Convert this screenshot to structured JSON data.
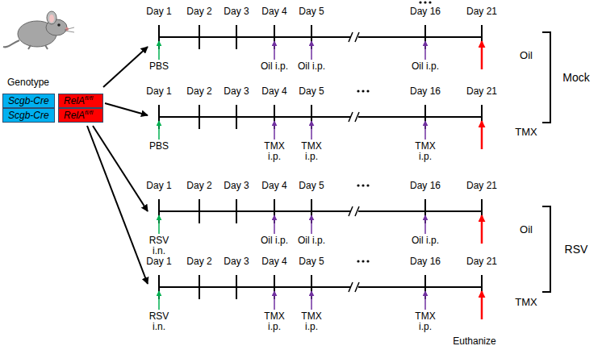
{
  "diagram": {
    "nodes": [
      {
        "text": [
          "Scgb-Cre"
        ]
      },
      {
        "text": [
          "RelA",
          "fl/fl"
        ]
      },
      {
        "text": [
          "Scgb-Cre"
        ]
      },
      {
        "text": [
          "RelA",
          "fl/fl"
        ]
      }
    ],
    "labels": [
      "Genotype",
      "Day 1",
      "Day 2",
      "Day 3",
      "Day 4",
      "Day 5",
      "Day 16",
      "Day 21",
      "PBS",
      "Oil i.p.",
      "Oil i.p.",
      "Oil i.p.",
      "Oil",
      "Day 1",
      "Day 2",
      "Day 3",
      "Day 4",
      "Day 5",
      "Day 16",
      "Day 21",
      "PBS",
      "TMX i.p.",
      "TMX i.p.",
      "TMX i.p.",
      "TMX",
      "Mock",
      "Day 1",
      "Day 2",
      "Day 3",
      "Day 4",
      "Day 5",
      "Day 16",
      "Day 21",
      "RSV i.n.",
      "Oil i.p.",
      "Oil i.p.",
      "Oil i.p.",
      "Oil",
      "Day 1",
      "Day 2",
      "Day 3",
      "Day 4",
      "Day 5",
      "Day 16",
      "Day 21",
      "RSV i.n.",
      "TMX i.p.",
      "TMX i.p.",
      "TMX i.p.",
      "TMX",
      "RSV",
      "Euthanize"
    ]
  }
}
